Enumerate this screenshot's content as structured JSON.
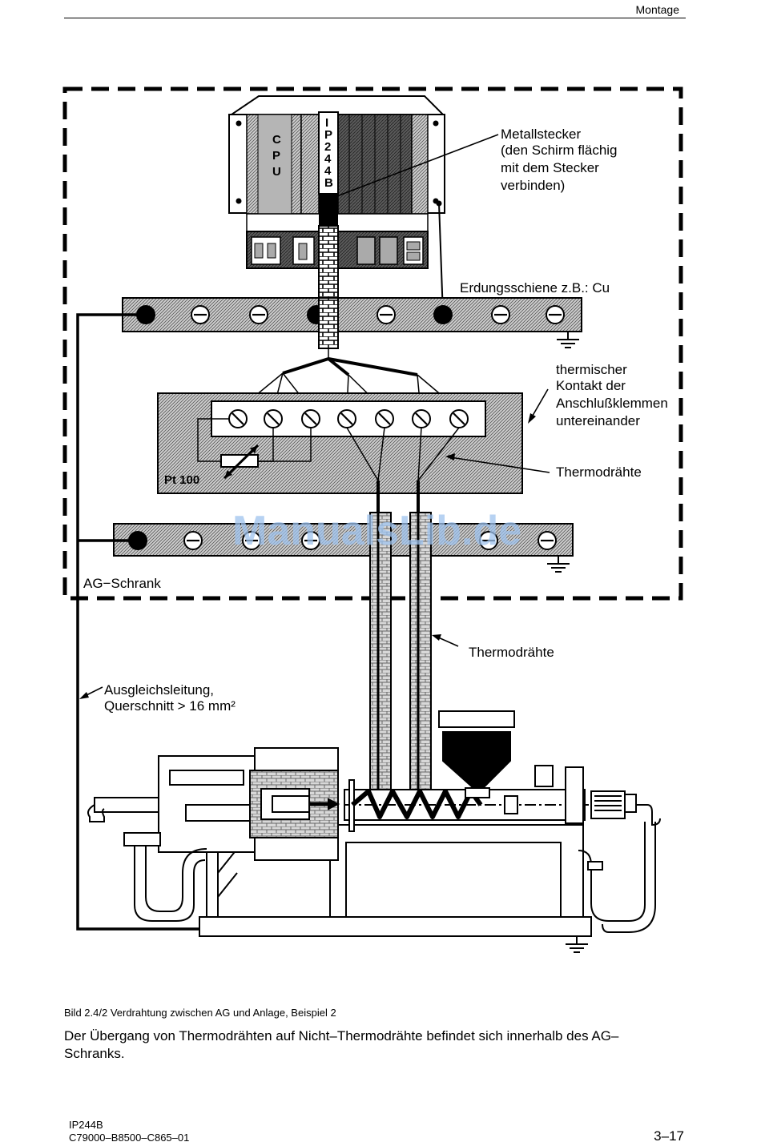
{
  "header": {
    "section": "Montage"
  },
  "diagram": {
    "module_cpu": "CPU",
    "module_ip": "IP244B",
    "labels": {
      "metallstecker": [
        "Metallstecker",
        "(den Schirm flächig",
        "mit dem Stecker",
        "verbinden)"
      ],
      "erdungsschiene": "Erdungsschiene z.B.: Cu",
      "thermischer_kontakt": [
        "thermischer",
        "Kontakt der",
        "Anschlußklemmen",
        "untereinander"
      ],
      "thermodraehte_inner": "Thermodrähte",
      "pt100": "Pt 100",
      "ag_schrank": "AG−Schrank",
      "thermodraehte_outer": "Thermodrähte",
      "ausgleichsleitung": [
        "Ausgleichsleitung,",
        "Querschnitt > 16 mm²"
      ]
    },
    "watermark": "ManualsLib.de"
  },
  "caption": "Bild 2.4/2  Verdrahtung zwischen AG und Anlage, Beispiel 2",
  "paragraph": "Der Übergang von Thermodrähten auf Nicht–Thermodrähte befindet sich innerhalb des AG– Schranks.",
  "footer": {
    "doc_name": "IP244B",
    "doc_number": "C79000–B8500–C865–01",
    "page": "3–17"
  }
}
